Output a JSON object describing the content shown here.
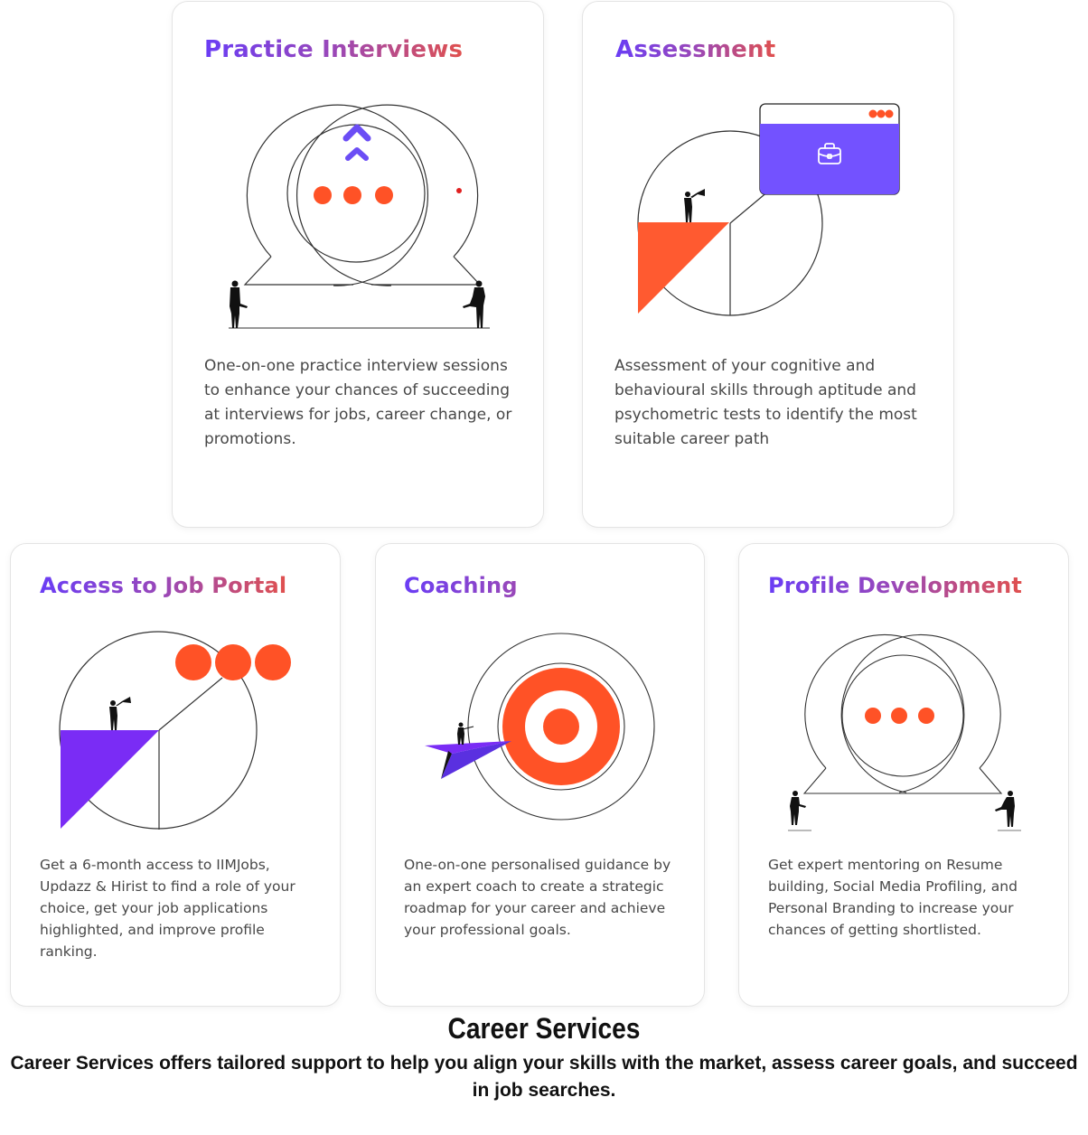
{
  "cards": [
    {
      "id": "practice-interviews",
      "title": "Practice Interviews",
      "description": "One-on-one practice interview sessions to enhance your chances of succeeding at interviews for jobs, career change, or promotions.",
      "illustration": "speech-bubbles-two-people-icon"
    },
    {
      "id": "assessment",
      "title": "Assessment",
      "description": "Assessment of your cognitive and behavioural skills through aptitude and psychometric tests to identify the most suitable career path",
      "illustration": "pie-chart-briefcase-window-icon"
    },
    {
      "id": "access-to-job-portal",
      "title": "Access to Job Portal",
      "description": "Get a 6-month access to IIMJobs, Updazz & Hirist to find a role of your choice, get your job applications highlighted, and improve profile ranking.",
      "illustration": "pie-chart-telescope-icon"
    },
    {
      "id": "coaching",
      "title": "Coaching",
      "description": "One-on-one personalised guidance by an expert coach to create a strategic roadmap for your career and achieve your professional goals.",
      "illustration": "target-paper-plane-icon"
    },
    {
      "id": "profile-development",
      "title": "Profile Development",
      "description": "Get expert mentoring on Resume building, Social Media Profiling, and Personal Branding to increase your chances of getting shortlisted.",
      "illustration": "speech-bubbles-dots-icon"
    }
  ],
  "footer": {
    "title": "Career Services",
    "description": "Career Services offers tailored support to help you align your skills with the market, assess career goals, and succeed in job searches."
  },
  "colors": {
    "title_gradient_start": "#6a3df5",
    "title_gradient_end": "#e0504e",
    "accent_orange": "#ff5226",
    "accent_purple": "#7352ff",
    "deep_purple": "#7a2cf5"
  }
}
